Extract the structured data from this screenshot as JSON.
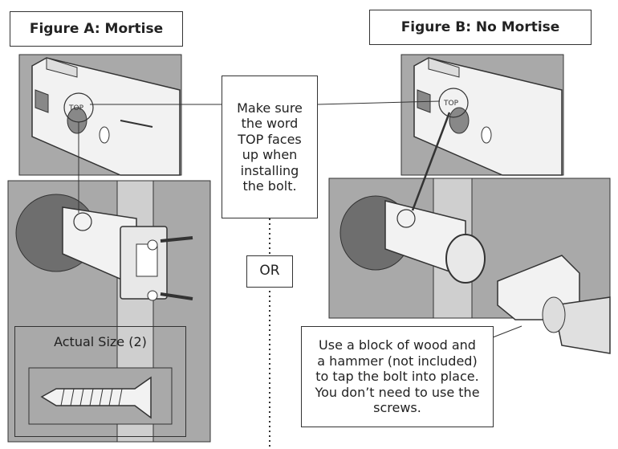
{
  "figure_a": {
    "title": "Figure A: Mortise",
    "size_label": "Actual Size (2)"
  },
  "figure_b": {
    "title": "Figure B: No Mortise"
  },
  "top_note": "Make sure\nthe word\nTOP faces\nup when\ninstalling\nthe bolt.",
  "or_label": "OR",
  "wood_note": "Use a block of wood and\na hammer (not included)\nto tap the bolt into place.\nYou don’t need to use the\nscrews.",
  "bolt_mark": "TOP",
  "colors": {
    "panel_gray": "#a9a9a9",
    "door_edge": "#cfcfcf",
    "hole_gray": "#6e6e6e",
    "line": "#333333"
  }
}
